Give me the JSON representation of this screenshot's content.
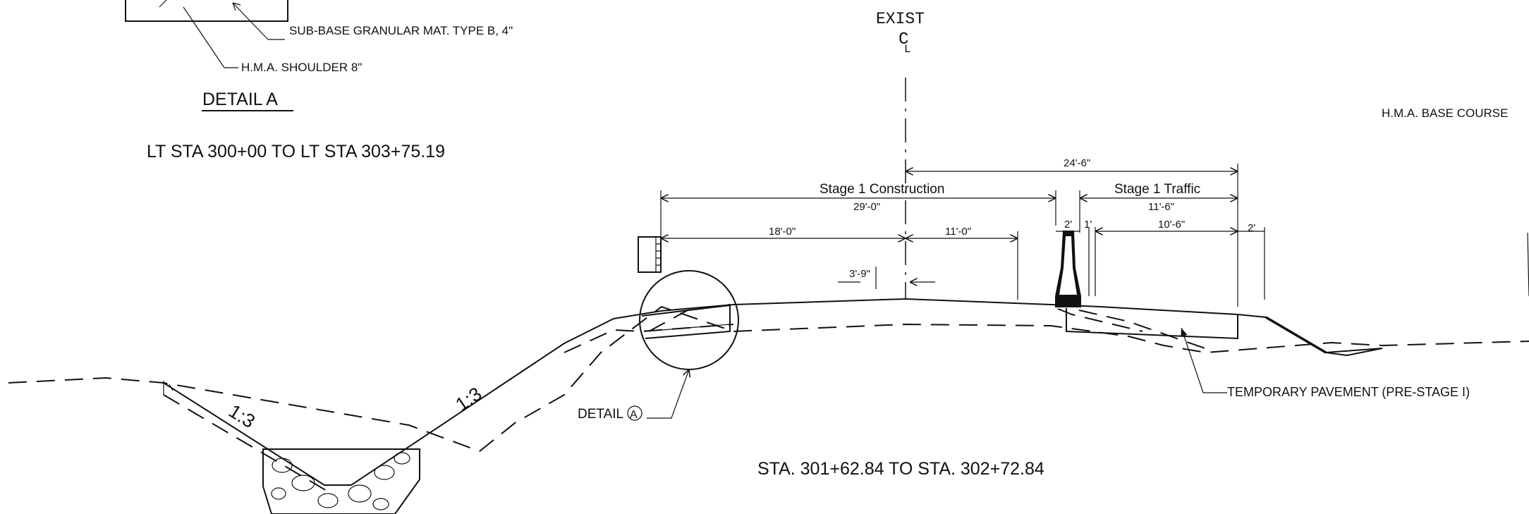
{
  "labels": {
    "sub_base": "SUB-BASE GRANULAR MAT. TYPE B, 4\"",
    "hma_shoulder": "H.M.A. SHOULDER 8\"",
    "detail_a_title": "DETAIL  A",
    "lt_sta": "LT STA 300+00 TO LT STA 303+75.19",
    "exist": "EXIST",
    "centerline": "C",
    "centerline_sub": "L",
    "hma_base_course": "H.M.A. BASE COURSE",
    "stage1_construction": "Stage 1 Construction",
    "stage1_traffic": "Stage 1 Traffic",
    "temporary_pavement": "TEMPORARY PAVEMENT (PRE-STAGE I)",
    "detail_callout": "DETAIL",
    "detail_letter": "A",
    "sta_range": "STA. 301+62.84 TO STA. 302+72.84",
    "slope_left": "1:3",
    "slope_right": "1:3"
  },
  "dimensions": {
    "d_24_6": "24'-6\"",
    "d_29_0": "29'-0\"",
    "d_11_6": "11'-6\"",
    "d_18_0": "18'-0\"",
    "d_11_0": "11'-0\"",
    "d_2_a": "2'",
    "d_1": "1'",
    "d_10_6": "10'-6\"",
    "d_2_b": "2'",
    "d_3_9": "3'-9\""
  }
}
